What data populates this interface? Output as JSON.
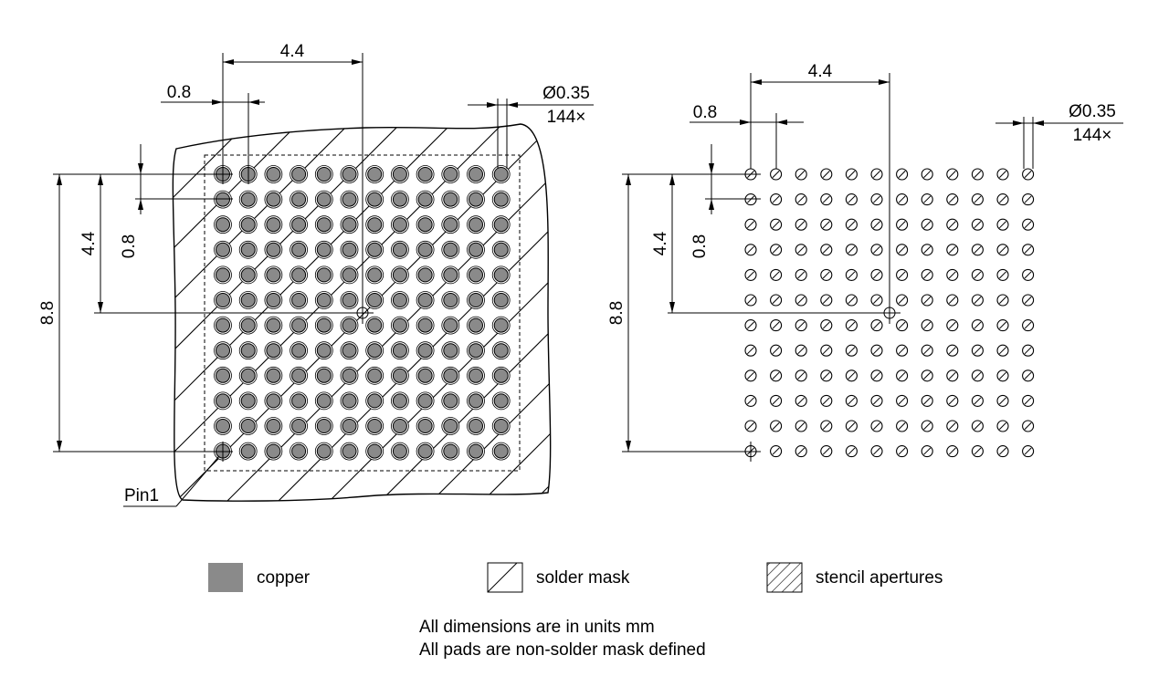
{
  "left_view": {
    "dim_top_span": "4.4",
    "dim_pitch_x": "0.8",
    "dim_pad_diameter": "Ø0.35",
    "dim_pad_count": "144×",
    "dim_vertical_total": "8.8",
    "dim_vertical_half": "4.4",
    "dim_pitch_y": "0.8",
    "pin1_label": "Pin1"
  },
  "right_view": {
    "dim_top_span": "4.4",
    "dim_pitch_x": "0.8",
    "dim_pad_diameter": "Ø0.35",
    "dim_pad_count": "144×",
    "dim_vertical_total": "8.8",
    "dim_vertical_half": "4.4",
    "dim_pitch_y": "0.8"
  },
  "pad_grid": {
    "rows": 12,
    "cols": 12
  },
  "legend": {
    "copper": "copper",
    "solder_mask": "solder mask",
    "stencil_apertures": "stencil apertures"
  },
  "notes": [
    "All dimensions are in units mm",
    "All pads are non-solder mask defined"
  ],
  "colors": {
    "copper": "#8a8a8a",
    "line": "#000000",
    "background": "#ffffff"
  }
}
